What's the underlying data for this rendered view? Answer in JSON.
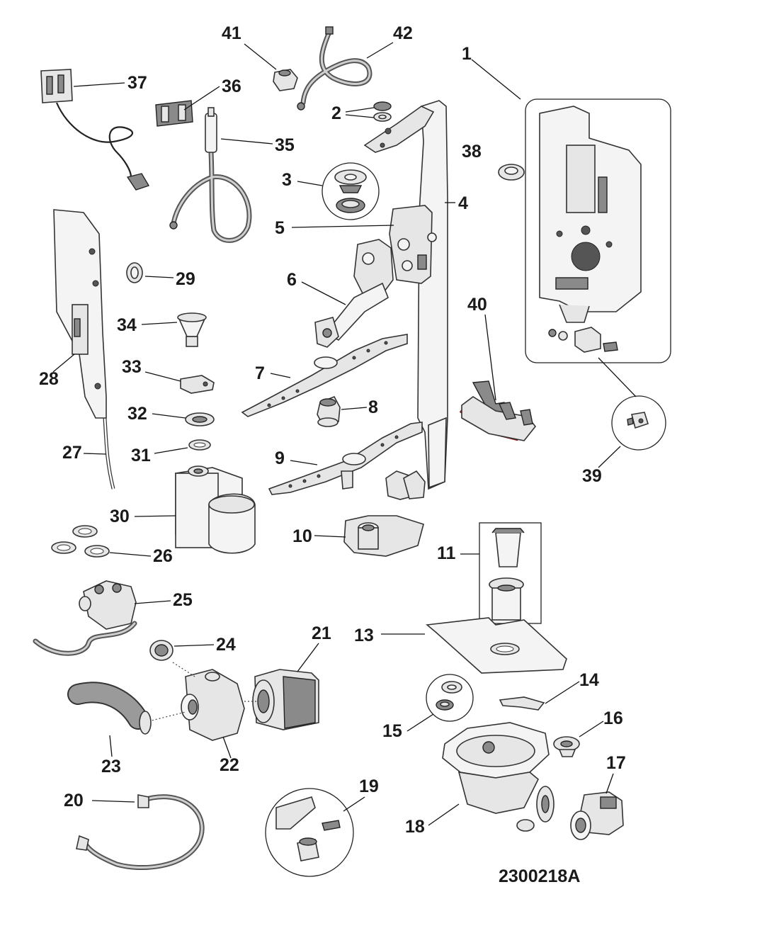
{
  "diagram_code": "2300218A",
  "part_numbers": {
    "p1": "1",
    "p2": "2",
    "p3": "3",
    "p4": "4",
    "p5": "5",
    "p6": "6",
    "p7": "7",
    "p8": "8",
    "p9": "9",
    "p10": "10",
    "p11": "11",
    "p13": "13",
    "p14": "14",
    "p15": "15",
    "p16": "16",
    "p17": "17",
    "p18": "18",
    "p19": "19",
    "p20": "20",
    "p21": "21",
    "p22": "22",
    "p23": "23",
    "p24": "24",
    "p25": "25",
    "p26": "26",
    "p27": "27",
    "p28": "28",
    "p29": "29",
    "p30": "30",
    "p31": "31",
    "p32": "32",
    "p33": "33",
    "p34": "34",
    "p35": "35",
    "p36": "36",
    "p37": "37",
    "p38": "38",
    "p39": "39",
    "p40": "40",
    "p41": "41",
    "p42": "42"
  }
}
